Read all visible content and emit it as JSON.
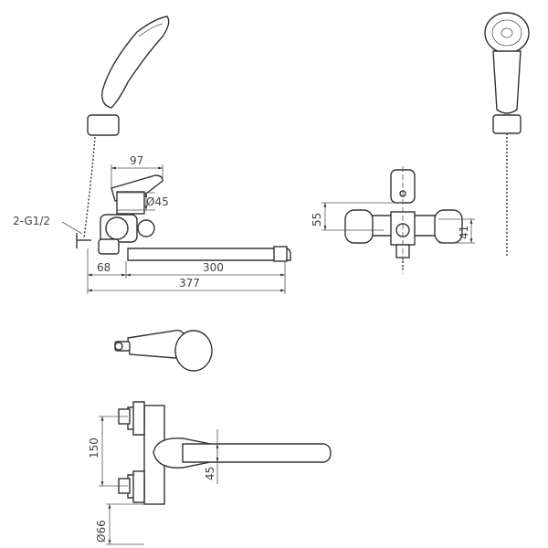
{
  "dimensions": {
    "width_97": "97",
    "dia_45": "Ø45",
    "thread": "2-G1/2",
    "len_300": "300",
    "len_68": "68",
    "len_377": "377",
    "height_55": "55",
    "height_41": "41",
    "height_150": "150",
    "height_45": "45",
    "dia_66": "Ø66"
  }
}
